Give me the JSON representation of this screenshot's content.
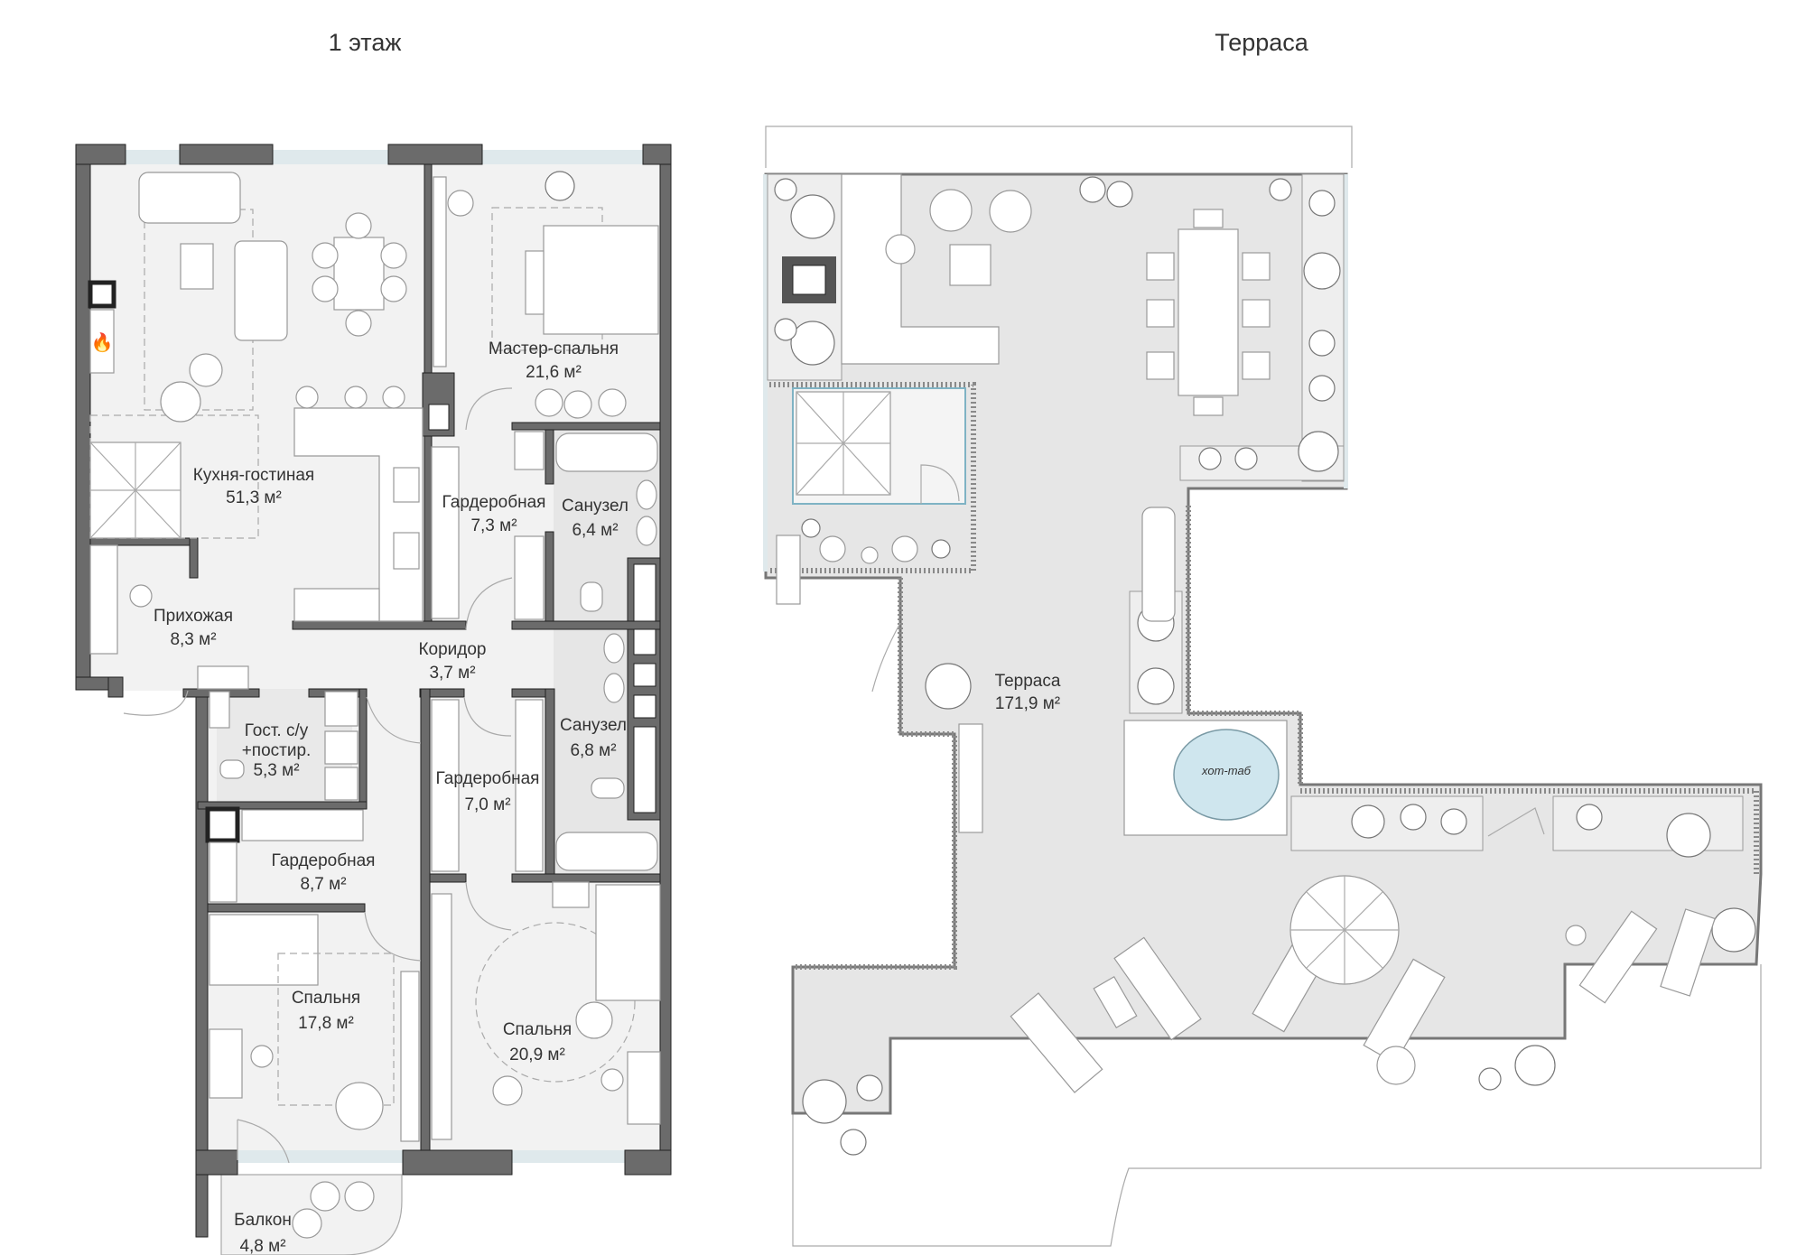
{
  "titles": {
    "floor1": "1 этаж",
    "terrace": "Терраса"
  },
  "floor1_rooms": [
    {
      "name": "Кухня-гостиная",
      "area": "51,3 м²"
    },
    {
      "name": "Мастер-спальня",
      "area": "21,6 м²"
    },
    {
      "name": "Гардеробная",
      "area": "7,3 м²"
    },
    {
      "name": "Санузел",
      "area": "6,4 м²"
    },
    {
      "name": "Прихожая",
      "area": "8,3 м²"
    },
    {
      "name": "Коридор",
      "area": "3,7 м²"
    },
    {
      "name": "Гост. с/у",
      "name2": "+постир.",
      "area": "5,3 м²"
    },
    {
      "name": "Санузел",
      "area": "6,8 м²"
    },
    {
      "name": "Гардеробная",
      "area": "7,0 м²"
    },
    {
      "name": "Гардеробная",
      "area": "8,7 м²"
    },
    {
      "name": "Спальня",
      "area": "17,8 м²"
    },
    {
      "name": "Спальня",
      "area": "20,9 м²"
    },
    {
      "name": "Балкон",
      "area": "4,8 м²"
    }
  ],
  "terrace": {
    "name": "Терраса",
    "area": "171,9 м²",
    "hot_tub_label": "хот-таб"
  },
  "colors": {
    "wall": "#6b6b6b",
    "floor": "#f2f2f2",
    "terrace_floor": "#e6e6e6",
    "glass": "#dfe9ec",
    "hot_tub": "#cfe6ee"
  }
}
